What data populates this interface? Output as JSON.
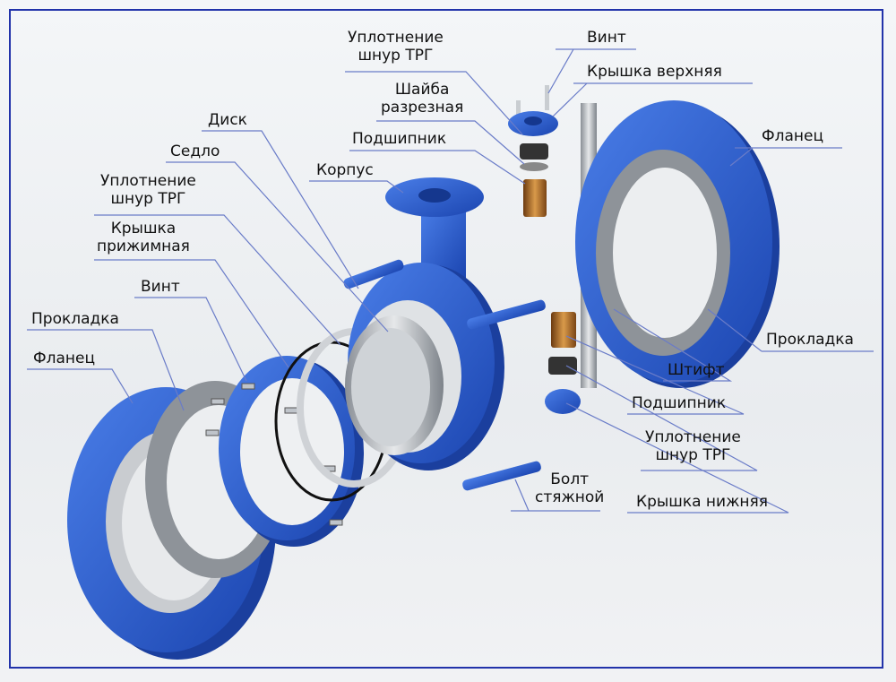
{
  "title": "Exploded view of butterfly valve",
  "colors": {
    "part_blue": "#2b5fd0",
    "frame": "#2233aa",
    "leader": "#6a7cc8"
  },
  "labels": {
    "seal_top": [
      "Уплотнение",
      "шнур ТРГ"
    ],
    "screw_top": "Винт",
    "cover_top": "Крышка верхняя",
    "washer": [
      "Шайба",
      "разрезная"
    ],
    "bearing_top": "Подшипник",
    "body": "Корпус",
    "disc": "Диск",
    "seat": "Седло",
    "seal_left": [
      "Уплотнение",
      "шнур ТРГ"
    ],
    "clamp_cover": [
      "Крышка",
      "прижимная"
    ],
    "screw_left": "Винт",
    "gasket_left": "Прокладка",
    "flange_left": "Фланец",
    "flange_right": "Фланец",
    "gasket_right": "Прокладка",
    "pin": "Штифт",
    "bearing_bottom": "Подшипник",
    "seal_bottom": [
      "Уплотнение",
      "шнур ТРГ"
    ],
    "bolt": [
      "Болт",
      "стяжной"
    ],
    "cover_bottom": "Крышка нижняя"
  }
}
